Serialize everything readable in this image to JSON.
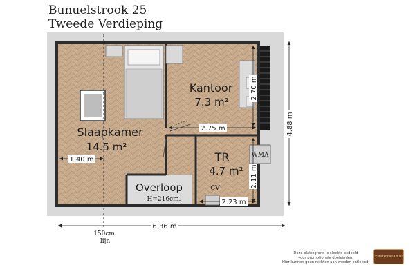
{
  "header": {
    "address": "Bunuelstrook 25",
    "floor": "Tweede Verdieping"
  },
  "rooms": {
    "slaapkamer": {
      "name": "Slaapkamer",
      "area": "14.5 m²"
    },
    "kantoor": {
      "name": "Kantoor",
      "area": "7.3 m²"
    },
    "tr": {
      "name": "TR",
      "area": "4.7 m²"
    },
    "overloop": {
      "name": "Overloop",
      "height": "H=216cm."
    }
  },
  "labels": {
    "wma": "WMA",
    "cv": "CV"
  },
  "dimensions": {
    "total_width": "6.36 m",
    "total_depth": "4.88 m",
    "kantoor_width": "2.75 m",
    "kantoor_depth": "2.70 m",
    "tr_depth": "2.11 m",
    "tr_width": "2.23 m",
    "slaapkamer_partial": "1.40 m"
  },
  "line_note": {
    "line1": "150cm.",
    "line2": "lijn"
  },
  "disclaimer": {
    "line1": "Deze plattegrond is slechts bedoeld",
    "line2": "voor promotionele doeleinden.",
    "line3": "Hier kunnen geen rechten aan worden ontleend."
  },
  "logo": {
    "text": "EstateVisuals.nl"
  },
  "colors": {
    "wall": "#2c2c2c",
    "outer_border": "#d9d9d9",
    "floor_wood": "#c7ab8c",
    "floor_dark": "#bf9f7d",
    "overloop_floor": "#dcdcdc",
    "furniture": "#d9d9d9",
    "roof": "#1a1a1a",
    "logo_bg": "#6b3a1f",
    "logo_gold": "#c9a25a"
  }
}
